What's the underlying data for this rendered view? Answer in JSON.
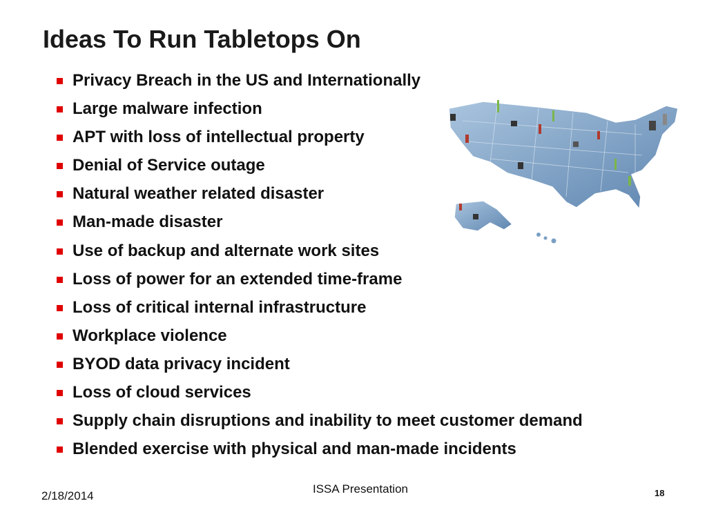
{
  "slide": {
    "title": "Ideas To Run Tabletops On",
    "bullet_color": "#e00000",
    "bullets": [
      "Privacy Breach in the US and Internationally",
      "Large malware infection",
      "APT with loss of intellectual property",
      "Denial of Service outage",
      "Natural weather related disaster",
      "Man-made disaster",
      "Use of backup and alternate work sites",
      "Loss of power for an extended time-frame",
      "Loss of critical internal infrastructure",
      "Workplace violence",
      "BYOD data privacy incident",
      "Loss of cloud services",
      "Supply chain disruptions and inability to meet customer demand",
      "Blended exercise with physical and man-made incidents"
    ]
  },
  "illustration": {
    "icon": "us-map-infrastructure-icon",
    "map_color": "#7a9fc4"
  },
  "footer": {
    "date": "2/18/2014",
    "center": "ISSA Presentation",
    "page": "18"
  }
}
